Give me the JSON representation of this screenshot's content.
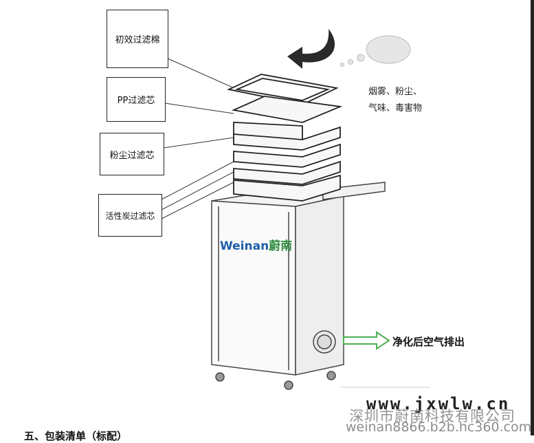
{
  "labels": {
    "primary_filter": "初效过滤棉",
    "pp_filter": "PP过滤芯",
    "dust_filter": "粉尘过滤芯",
    "carbon_filter": "活性炭过滤芯"
  },
  "pollutants": {
    "line1": "烟雾、粉尘、",
    "line2": "气味、毒害物"
  },
  "exhaust_label": "净化后空气排出",
  "brand": {
    "latin": "Weinan",
    "chinese": "蔚南"
  },
  "watermark": {
    "site": "www.jxwlw.cn",
    "company": "深圳市蔚南科技有限公司",
    "url": "weinan8866.b2b.hc360.com"
  },
  "footer_heading": "五、包装清单（标配）",
  "colors": {
    "arrow_green": "#4caf50",
    "brand_blue": "#1e5fa8",
    "brand_green": "#2e8b3e"
  }
}
